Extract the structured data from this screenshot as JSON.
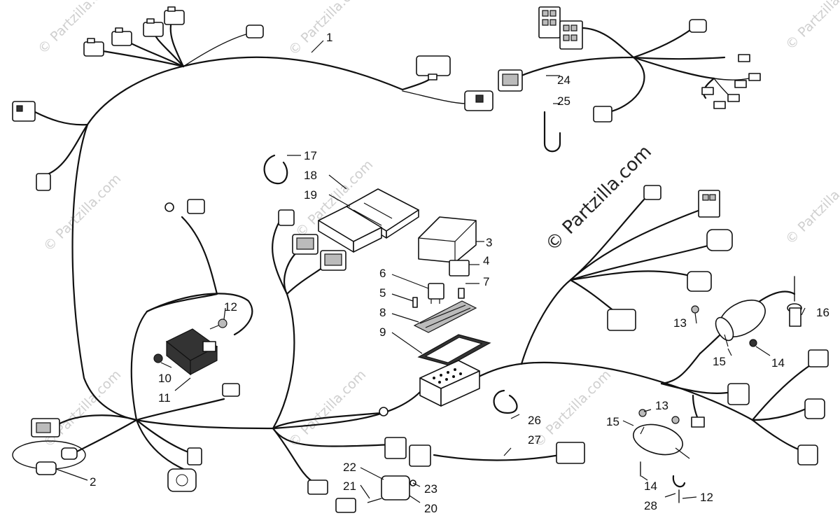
{
  "watermark": {
    "main": "© Partzilla.com",
    "repeat": "© Partzilla.com"
  },
  "callouts": {
    "c1": "1",
    "c2": "2",
    "c3": "3",
    "c4": "4",
    "c5": "5",
    "c6": "6",
    "c7": "7",
    "c8": "8",
    "c9": "9",
    "c10": "10",
    "c11": "11",
    "c12a": "12",
    "c12b": "12",
    "c13a": "13",
    "c13b": "13",
    "c14a": "14",
    "c14b": "14",
    "c15a": "15",
    "c15b": "15",
    "c16": "16",
    "c17": "17",
    "c18": "18",
    "c19": "19",
    "c20": "20",
    "c21": "21",
    "c22": "22",
    "c23": "23",
    "c24": "24",
    "c25": "25",
    "c26": "26",
    "c27": "27",
    "c28": "28"
  }
}
